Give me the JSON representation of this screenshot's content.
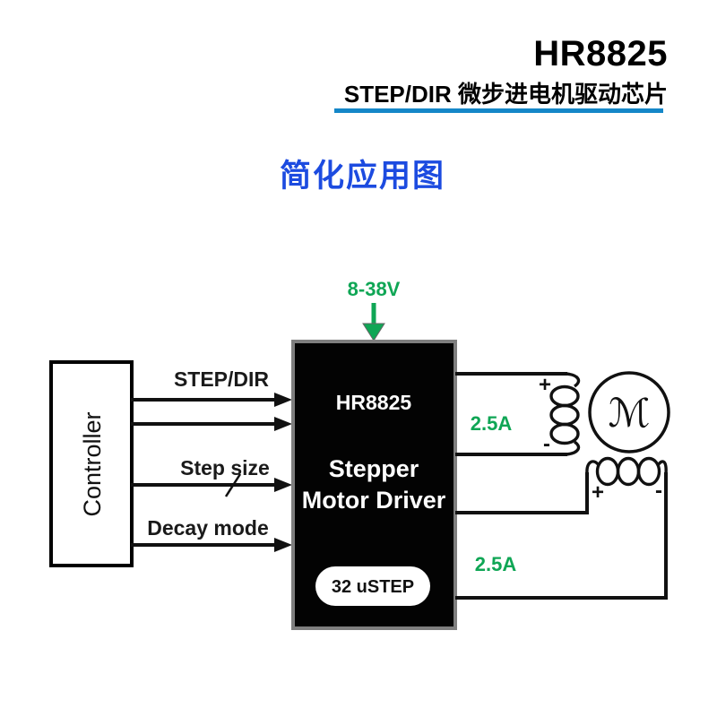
{
  "header": {
    "title": "HR8825",
    "subtitle": "STEP/DIR 微步进电机驱动芯片",
    "rule_color": "#1487C8"
  },
  "section_title": {
    "text": "简化应用图",
    "color": "#1C4BE0"
  },
  "diagram": {
    "supply_label": "8-38V",
    "controller_label": "Controller",
    "signal_labels": {
      "step_dir": "STEP/DIR",
      "step_size": "Step size",
      "decay_mode": "Decay mode"
    },
    "chip": {
      "name": "HR8825",
      "function_line1": "Stepper",
      "function_line2": "Motor Driver",
      "badge": "32 uSTEP"
    },
    "phase_a": {
      "current": "2.5A",
      "plus": "+",
      "minus": "-"
    },
    "phase_b": {
      "current": "2.5A",
      "plus": "+",
      "minus": "-"
    },
    "motor": {
      "symbol": "ℳ"
    },
    "colors": {
      "green": "#0FA655",
      "wire": "#111111"
    }
  }
}
